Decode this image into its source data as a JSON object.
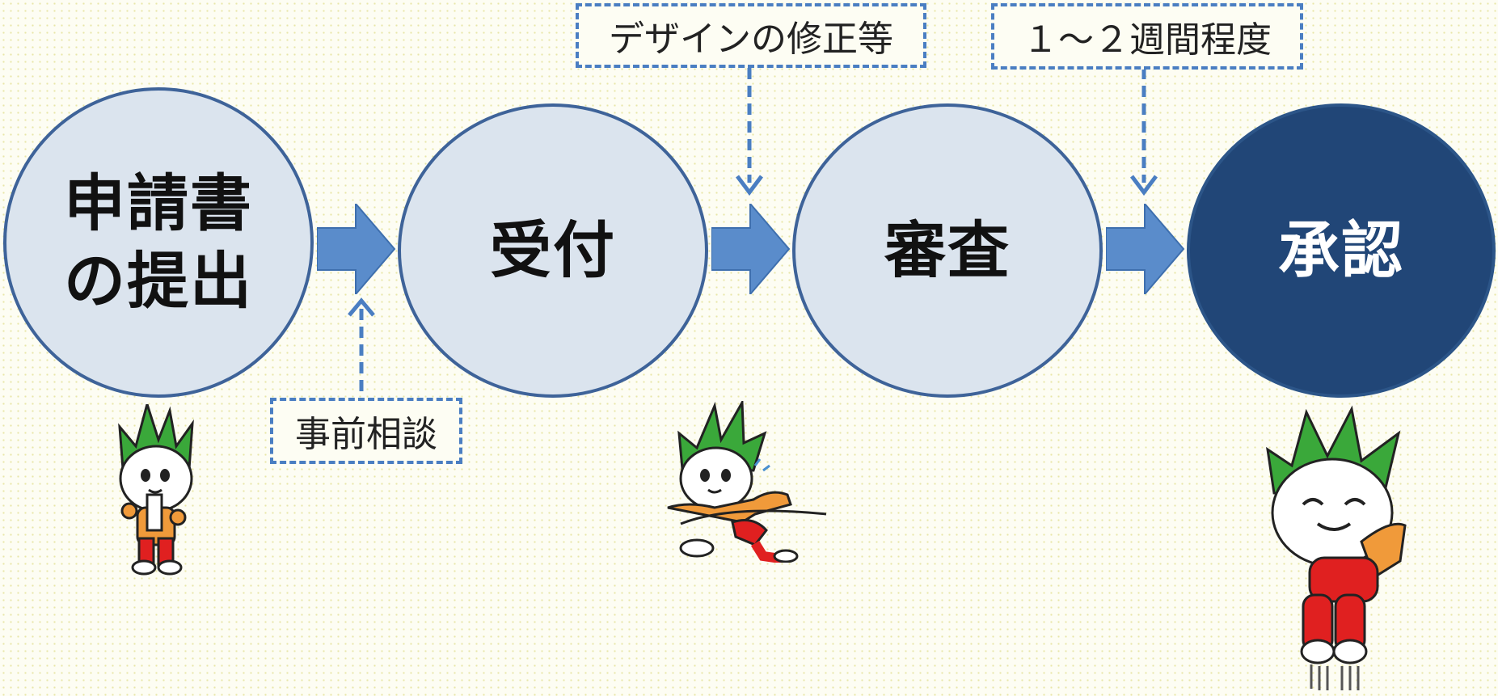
{
  "steps": [
    {
      "line1": "申請書",
      "line2": "の提出"
    },
    {
      "line1": "受付"
    },
    {
      "line1": "審査"
    },
    {
      "line1": "承認"
    }
  ],
  "callouts": {
    "prior_consultation": "事前相談",
    "design_revision": "デザインの修正等",
    "duration": "１～２週間程度"
  },
  "colors": {
    "circle_fill": "#dbe4ee",
    "circle_border": "#3e6399",
    "final_fill": "#214677",
    "arrow": "#5a8ccb",
    "dashed": "#4a7ec2"
  },
  "mascots": [
    "mascot-writing-icon",
    "mascot-running-icon",
    "mascot-jumping-icon"
  ]
}
